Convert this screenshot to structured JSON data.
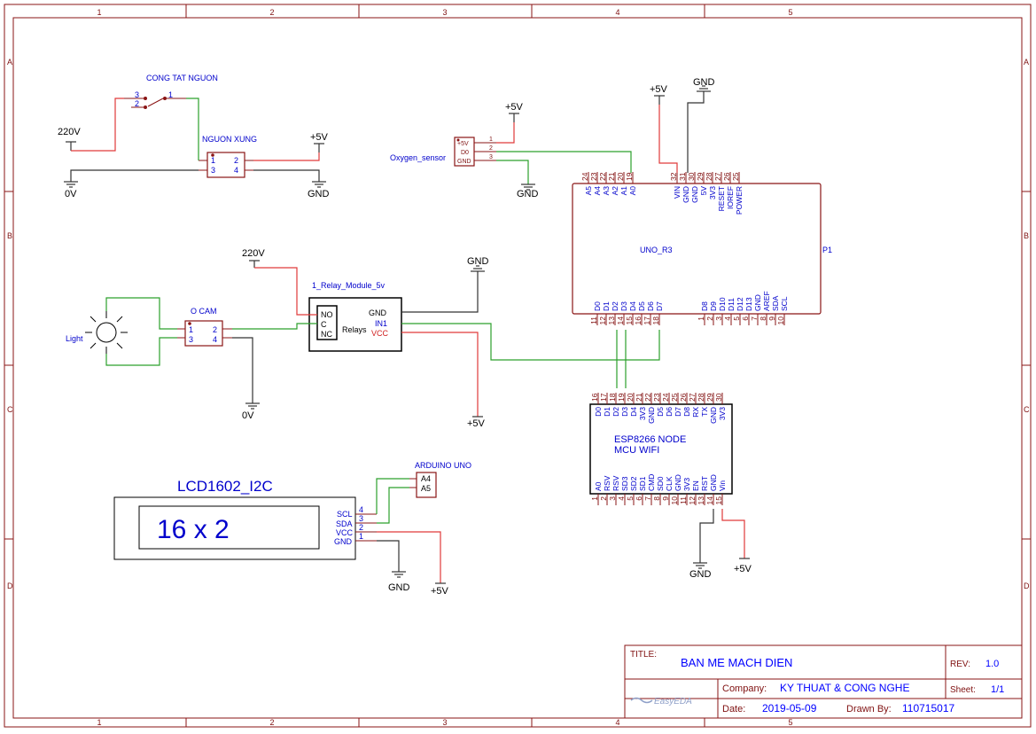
{
  "frame": {
    "columns": [
      "1",
      "2",
      "3",
      "4",
      "5"
    ],
    "rows": [
      "A",
      "B",
      "C",
      "D"
    ]
  },
  "title_block": {
    "title_label": "TITLE:",
    "title": "BAN ME MACH DIEN",
    "rev_label": "REV:",
    "rev": "1.0",
    "company_label": "Company:",
    "company": "KY THUAT & CONG NGHE",
    "sheet_label": "Sheet:",
    "sheet": "1/1",
    "date_label": "Date:",
    "date": "2019-05-09",
    "drawn_label": "Drawn By:",
    "drawn_by": "110715017",
    "logo": "EasyEDA"
  },
  "power": {
    "p220": "220V",
    "v0": "0V",
    "p5": "+5V",
    "gnd": "GND"
  },
  "switch": {
    "name": "CONG TAT NGUON",
    "pin3": "3",
    "pin2": "2",
    "pin1": "1"
  },
  "psu": {
    "name": "NGUON XUNG",
    "pins": [
      "1",
      "2",
      "3",
      "4"
    ]
  },
  "oxygen": {
    "name": "Oxygen_sensor",
    "pin_names": [
      "+5V",
      "D0",
      "GND"
    ],
    "pin_nums": [
      "1",
      "2",
      "3"
    ]
  },
  "uno": {
    "name": "UNO_R3",
    "ref": "P1",
    "top_left_pins": [
      {
        "name": "A5",
        "num": "24"
      },
      {
        "name": "A4",
        "num": "23"
      },
      {
        "name": "A3",
        "num": "22"
      },
      {
        "name": "A2",
        "num": "21"
      },
      {
        "name": "A1",
        "num": "20"
      },
      {
        "name": "A0",
        "num": "19"
      }
    ],
    "top_right_pins": [
      {
        "name": "VIN",
        "num": "32"
      },
      {
        "name": "GND",
        "num": "31"
      },
      {
        "name": "GND",
        "num": "30"
      },
      {
        "name": "5V",
        "num": "29"
      },
      {
        "name": "3V3",
        "num": "28"
      },
      {
        "name": "RESET",
        "num": "27"
      },
      {
        "name": "IOREF",
        "num": "26"
      },
      {
        "name": "POWER",
        "num": "25"
      }
    ],
    "bottom_left_pins": [
      {
        "name": "D0",
        "num": "11"
      },
      {
        "name": "D1",
        "num": "12"
      },
      {
        "name": "D2",
        "num": "13"
      },
      {
        "name": "D3",
        "num": "14"
      },
      {
        "name": "D4",
        "num": "15"
      },
      {
        "name": "D5",
        "num": "16"
      },
      {
        "name": "D6",
        "num": "17"
      },
      {
        "name": "D7",
        "num": "18"
      }
    ],
    "bottom_right_pins": [
      {
        "name": "D8",
        "num": "1"
      },
      {
        "name": "D9",
        "num": "2"
      },
      {
        "name": "D10",
        "num": "3"
      },
      {
        "name": "D11",
        "num": "4"
      },
      {
        "name": "D12",
        "num": "5"
      },
      {
        "name": "D13",
        "num": "6"
      },
      {
        "name": "GND",
        "num": "7"
      },
      {
        "name": "AREF",
        "num": "8"
      },
      {
        "name": "SDA",
        "num": "9"
      },
      {
        "name": "SCL",
        "num": "10"
      }
    ]
  },
  "relay": {
    "name": "1_Relay_Module_5v",
    "center": "Relays",
    "left_pins": [
      "NO",
      "C",
      "NC"
    ],
    "right_pins": [
      "GND",
      "IN1",
      "VCC"
    ]
  },
  "light": {
    "name": "Light"
  },
  "socket": {
    "name": "O CAM",
    "pins": [
      "1",
      "2",
      "3",
      "4"
    ]
  },
  "esp": {
    "name_line1": "ESP8266 NODE",
    "name_line2": "MCU WIFI",
    "top_pins": [
      {
        "name": "D0",
        "num": "16"
      },
      {
        "name": "D1",
        "num": "17"
      },
      {
        "name": "D2",
        "num": "18"
      },
      {
        "name": "D3",
        "num": "19"
      },
      {
        "name": "D4",
        "num": "20"
      },
      {
        "name": "3V3",
        "num": "21"
      },
      {
        "name": "GND",
        "num": "22"
      },
      {
        "name": "D5",
        "num": "23"
      },
      {
        "name": "D6",
        "num": "24"
      },
      {
        "name": "D7",
        "num": "25"
      },
      {
        "name": "D8",
        "num": "26"
      },
      {
        "name": "RX",
        "num": "27"
      },
      {
        "name": "TX",
        "num": "28"
      },
      {
        "name": "GND",
        "num": "29"
      },
      {
        "name": "3V3",
        "num": "30"
      }
    ],
    "bottom_pins": [
      {
        "name": "A0",
        "num": "1"
      },
      {
        "name": "RSV",
        "num": "2"
      },
      {
        "name": "RSV",
        "num": "3"
      },
      {
        "name": "SD3",
        "num": "4"
      },
      {
        "name": "SD2",
        "num": "5"
      },
      {
        "name": "SD1",
        "num": "6"
      },
      {
        "name": "CMD",
        "num": "7"
      },
      {
        "name": "SD0",
        "num": "8"
      },
      {
        "name": "CLK",
        "num": "9"
      },
      {
        "name": "GND",
        "num": "10"
      },
      {
        "name": "3V3",
        "num": "11"
      },
      {
        "name": "EN",
        "num": "12"
      },
      {
        "name": "RST",
        "num": "13"
      },
      {
        "name": "GND",
        "num": "14"
      },
      {
        "name": "Vin",
        "num": "15"
      }
    ]
  },
  "lcd": {
    "name": "LCD1602_I2C",
    "display": "16 x 2",
    "pins": [
      {
        "name": "SCL",
        "num": "4"
      },
      {
        "name": "SDA",
        "num": "3"
      },
      {
        "name": "VCC",
        "num": "2"
      },
      {
        "name": "GND",
        "num": "1"
      }
    ]
  },
  "arduino_conn": {
    "name": "ARDUINO UNO",
    "pins": [
      "A4",
      "A5"
    ]
  }
}
